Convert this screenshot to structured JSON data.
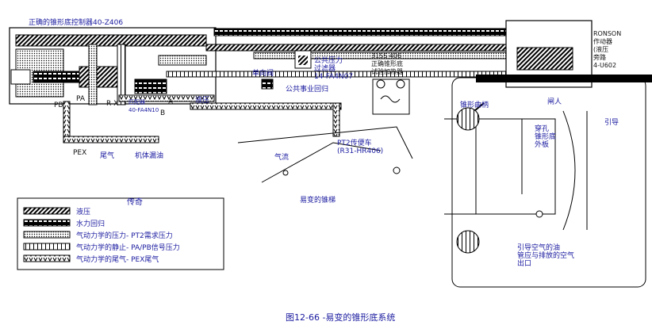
{
  "labels": {
    "controller": "正确的锥形底控制器40-Z406",
    "ronson": "RONSON\n作动器\n(液压\n旁路\n4-U602",
    "supply_filter": "公共压力\n过滤器\n14-FA4N07",
    "check_valve": "单向阀",
    "utility_return": "公共事业回归",
    "booster_top": "31SS 406\n正确锥形底\n试验加热器",
    "pt2_sensor": "PT2传便车\n(R31-HR406)",
    "pb": "PB",
    "pa": "PA",
    "pex_left": "PEX",
    "exhaust": "尾气",
    "machine_drain": "机体漏油",
    "hydraulic": "液压",
    "rx": "R X",
    "a_port": "A",
    "b_port": "B",
    "valve40": "匹配器\n40-FA4N10",
    "airflow": "气流",
    "variable_cone": "易变的锥梯",
    "cone_curve": "锥形曲柄",
    "pipe_hold": "闸人",
    "pierce_cone": "穿孔\n锥形底\n外板",
    "lead": "引导",
    "bleed_air": "引导空气的油\n管应与排放的空气\n出口"
  },
  "legend": {
    "title": "传奇",
    "items": [
      "液压",
      "水力回归",
      "气动力学的压力- PT2需求压力",
      "气动力学的静止- PA/PB信号压力",
      "气动力学的尾气- PEX尾气"
    ]
  },
  "caption": "图12-66 -易变的锥形底系统"
}
